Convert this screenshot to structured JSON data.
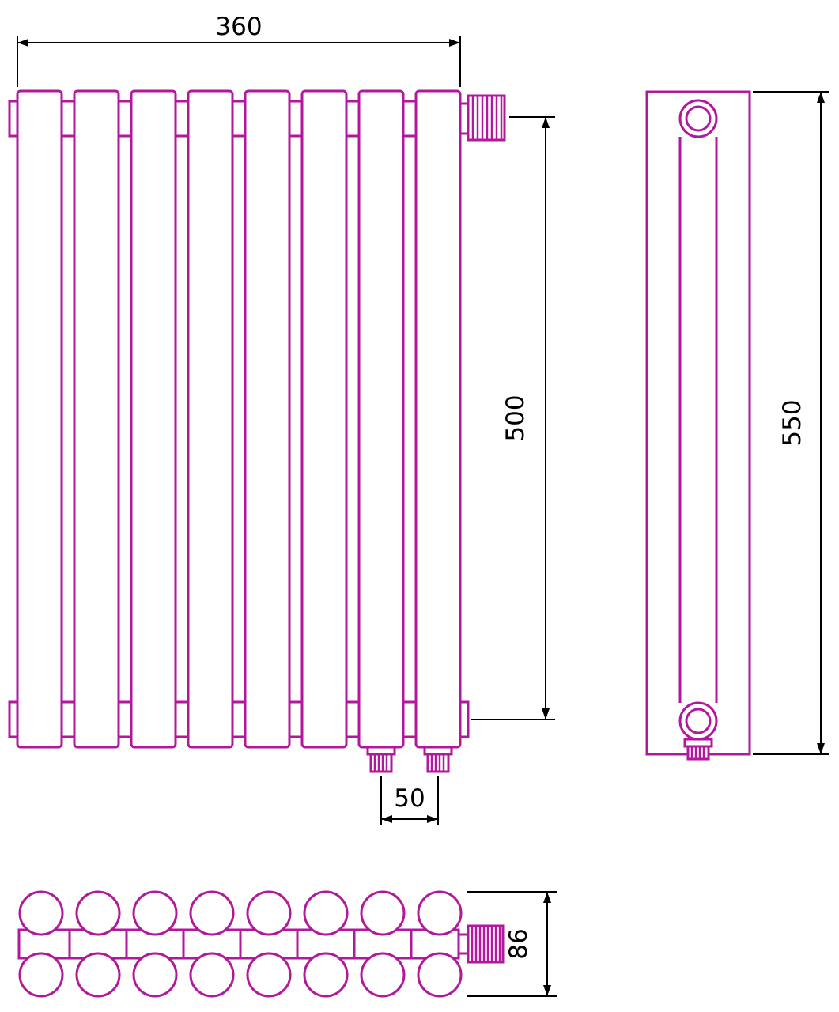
{
  "drawing": {
    "dimensions": {
      "width": "360",
      "height": "500",
      "pipe_spacing": "50",
      "overall_height": "550",
      "depth": "86"
    },
    "colors": {
      "drawing": "#b2189c",
      "dimension": "#000000",
      "background": "#ffffff"
    }
  }
}
